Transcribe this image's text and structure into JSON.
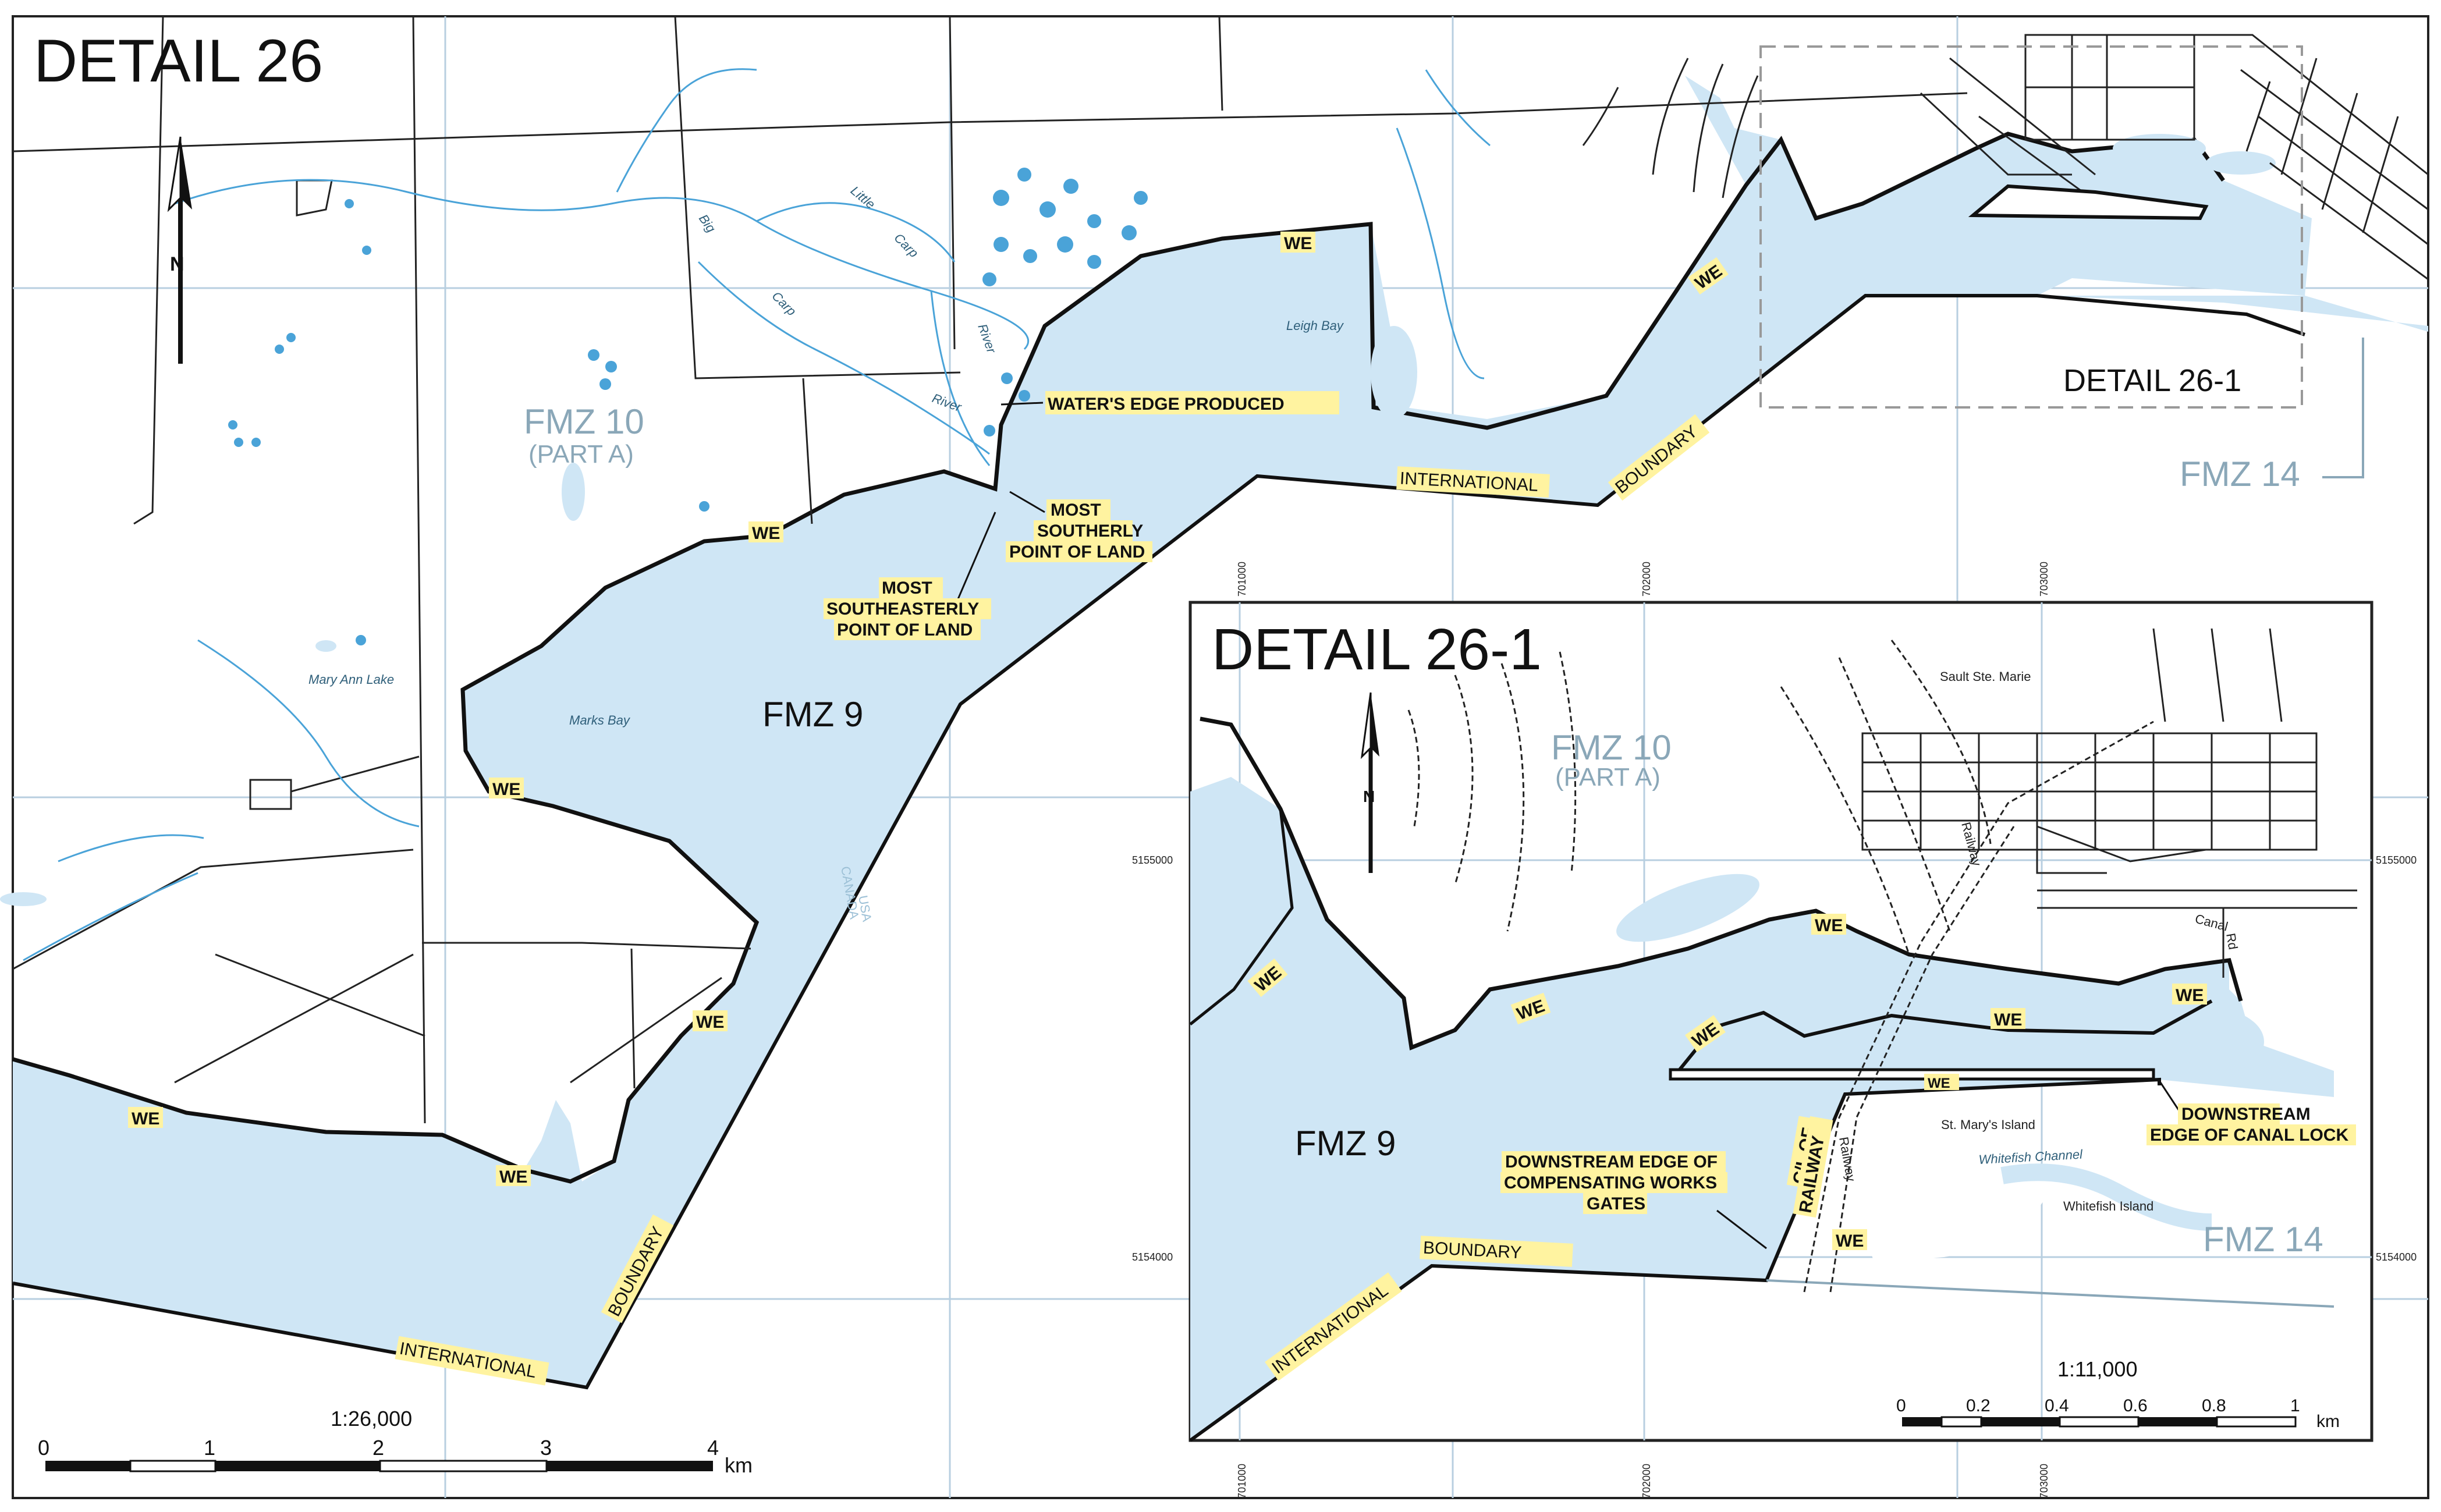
{
  "main_map": {
    "title": "DETAIL 26",
    "north": "N",
    "zones": {
      "fmz10": "FMZ 10",
      "fmz10_part": "(PART A)",
      "fmz9": "FMZ 9",
      "fmz14": "FMZ 14"
    },
    "places": {
      "marks_bay": "Marks Bay",
      "leigh_bay": "Leigh Bay",
      "mary_ann_lake": "Mary Ann Lake",
      "little": "Little",
      "carp": "Carp",
      "river": "River",
      "big": "Big",
      "carp2": "Carp",
      "river2": "River",
      "canada": "CANADA",
      "usa": "USA"
    },
    "callouts": {
      "waters_edge": "WATER'S EDGE PRODUCED",
      "most_southerly_1": "MOST",
      "most_southerly_2": "SOUTHERLY",
      "most_southerly_3": "POINT OF LAND",
      "most_se_1": "MOST",
      "most_se_2": "SOUTHEASTERLY",
      "most_se_3": "POINT OF LAND"
    },
    "boundary": {
      "international": "INTERNATIONAL",
      "boundary": "BOUNDARY"
    },
    "we_label": "WE",
    "inset_box_label": "DETAIL 26-1",
    "scale": {
      "ratio": "1:26,000",
      "ticks": [
        "0",
        "1",
        "2",
        "3",
        "4"
      ],
      "unit": "km"
    }
  },
  "inset_map": {
    "title": "DETAIL 26-1",
    "north": "N",
    "zones": {
      "fmz10": "FMZ 10",
      "fmz10_part": "(PART A)",
      "fmz9": "FMZ 9",
      "fmz14": "FMZ 14"
    },
    "places": {
      "sault": "Sault Ste. Marie",
      "st_marys": "St. Mary's Island",
      "whitefish_channel": "Whitefish Channel",
      "whitefish_island": "Whitefish Island",
      "railway": "Railway",
      "railway2": "Railway",
      "canal": "Canal",
      "rd": "Rd"
    },
    "callouts": {
      "downstream_canal_1": "DOWNSTREAM",
      "downstream_canal_2": "EDGE OF CANAL LOCK",
      "compensating_1": "DOWNSTREAM EDGE OF",
      "compensating_2": "COMPENSATING WORKS",
      "compensating_3": "GATES",
      "cl_of": "C/L OF",
      "railway_label": "RAILWAY"
    },
    "boundary": {
      "international": "INTERNATIONAL",
      "boundary": "BOUNDARY"
    },
    "we_label": "WE",
    "coords": {
      "top": [
        "701000",
        "702000",
        "703000"
      ],
      "bottom": [
        "701000",
        "702000",
        "703000"
      ],
      "left": [
        "5155000",
        "5154000"
      ],
      "right": [
        "5155000",
        "5154000"
      ]
    },
    "scale": {
      "ratio": "1:11,000",
      "ticks": [
        "0",
        "0.2",
        "0.4",
        "0.6",
        "0.8",
        "1"
      ],
      "unit": "km"
    }
  },
  "colors": {
    "water": "#cfe6f5",
    "stream": "#4aa3d8",
    "road": "#222222",
    "grid": "#b8cfe0",
    "label_bg": "#fff3a0",
    "gray_zone": "#8aa7b8"
  }
}
